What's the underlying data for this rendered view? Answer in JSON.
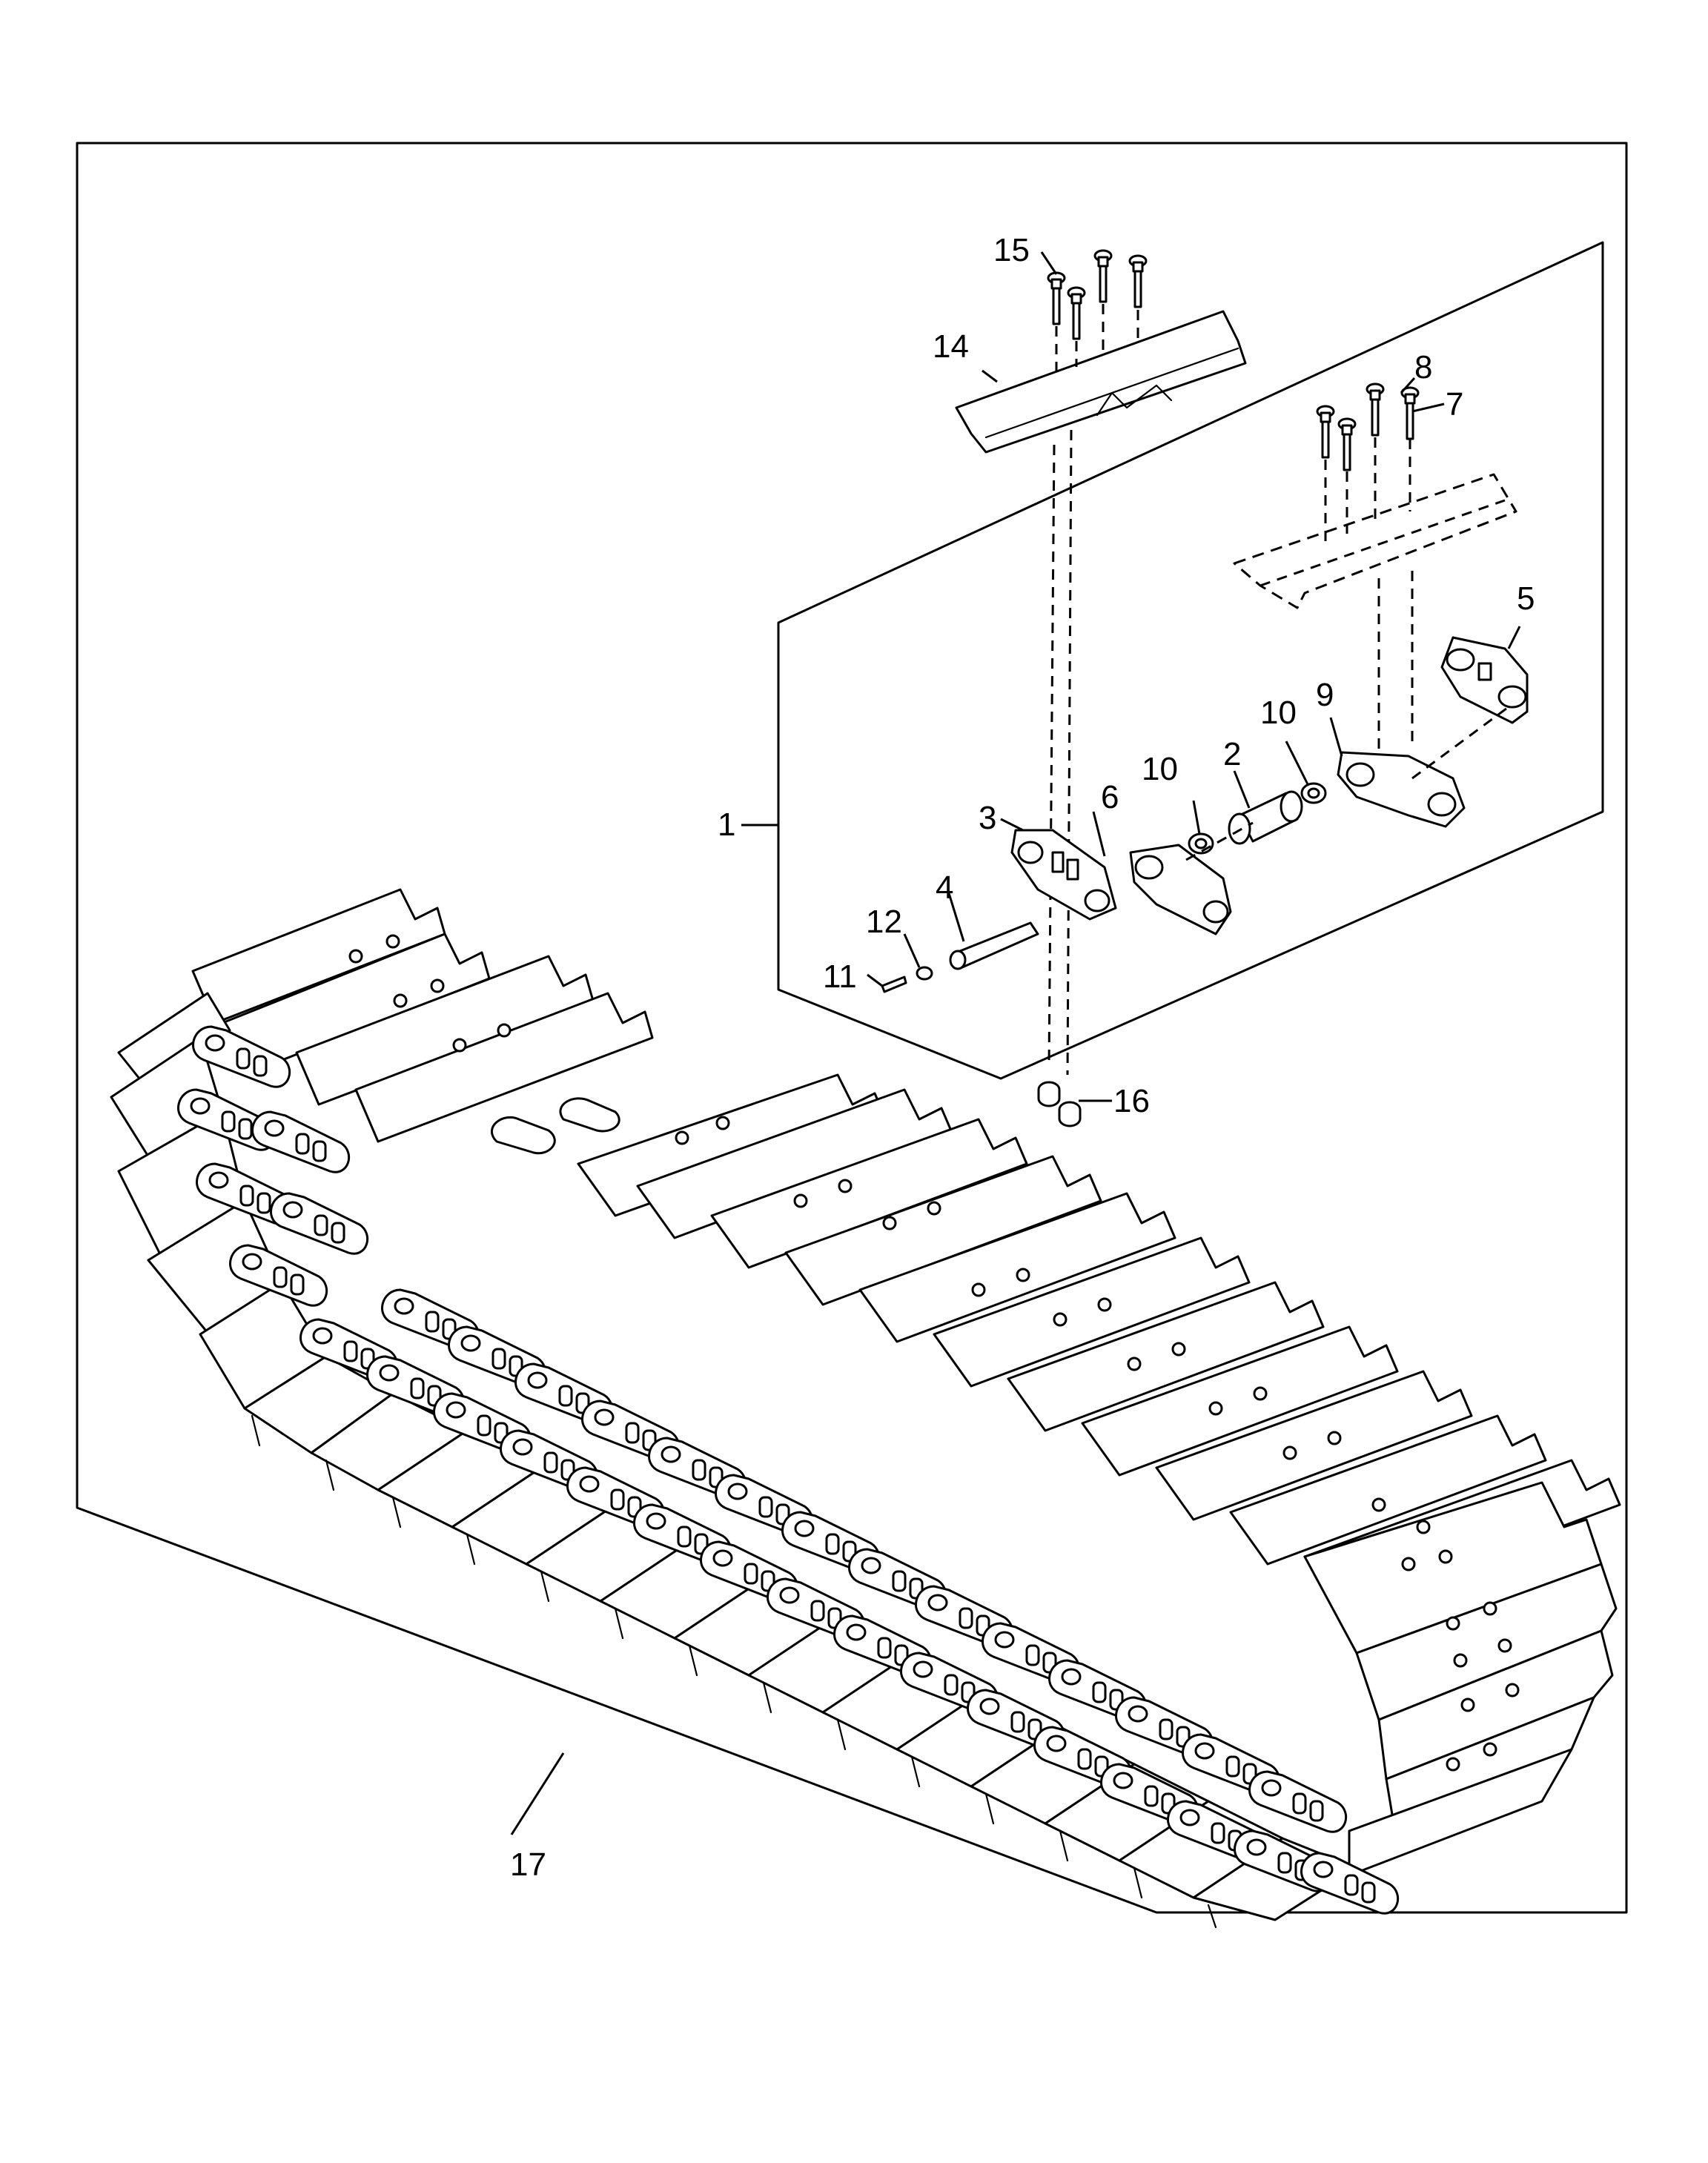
{
  "callouts": {
    "c1": "1",
    "c2": "2",
    "c3": "3",
    "c4": "4",
    "c5": "5",
    "c6": "6",
    "c7": "7",
    "c8": "8",
    "c9": "9",
    "c10a": "10",
    "c10b": "10",
    "c11": "11",
    "c12": "12",
    "c14": "14",
    "c15": "15",
    "c16": "16",
    "c17": "17"
  }
}
